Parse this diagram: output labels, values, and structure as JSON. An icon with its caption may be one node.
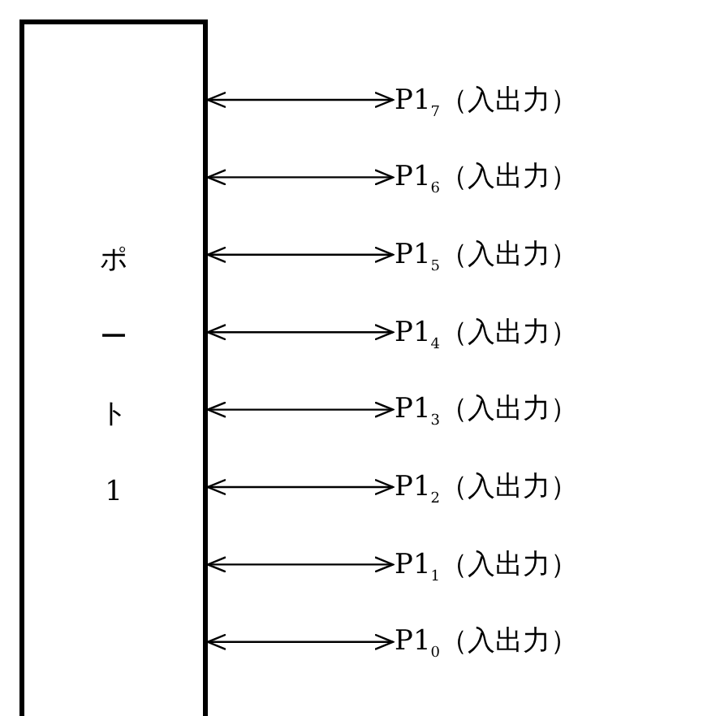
{
  "diagram": {
    "nodes": [
      {
        "text": [
          "ポート1"
        ]
      },
      {
        "text": [
          "P1$_{7}$（入出力）"
        ]
      },
      {
        "text": [
          "P1$_{6}$（入出力）"
        ]
      },
      {
        "text": [
          "P1$_{5}$（入出力）"
        ]
      },
      {
        "text": [
          "P1$_{4}$（入出力）"
        ]
      },
      {
        "text": [
          "P1$_{3}$（入出力）"
        ]
      },
      {
        "text": [
          "P1$_{2}$（入出力）"
        ]
      },
      {
        "text": [
          "P1$_{1}$（入出力）"
        ]
      },
      {
        "text": [
          "P1$_{0}$（入出力）"
        ]
      }
    ],
    "edges": [
      {
        "from": 0,
        "to": 1,
        "arrow": "both"
      },
      {
        "from": 0,
        "to": 2,
        "arrow": "both"
      },
      {
        "from": 0,
        "to": 3,
        "arrow": "both"
      },
      {
        "from": 0,
        "to": 4,
        "arrow": "both"
      },
      {
        "from": 0,
        "to": 5,
        "arrow": "both"
      },
      {
        "from": 0,
        "to": 6,
        "arrow": "both"
      },
      {
        "from": 0,
        "to": 7,
        "arrow": "both"
      },
      {
        "from": 0,
        "to": 8,
        "arrow": "both"
      }
    ]
  }
}
